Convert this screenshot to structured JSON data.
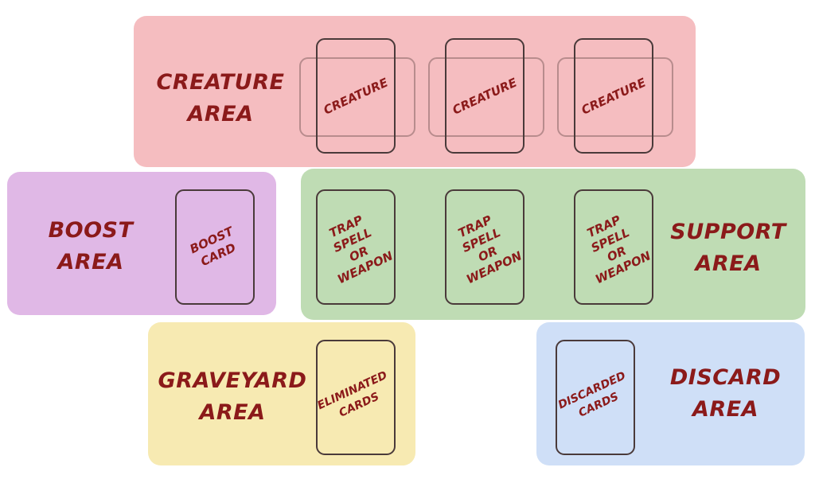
{
  "creature_area": {
    "label_line1": "CREATURE",
    "label_line2": "AREA",
    "cards": [
      "CREATURE",
      "CREATURE",
      "CREATURE"
    ]
  },
  "boost_area": {
    "label_line1": "BOOST",
    "label_line2": "AREA",
    "card_line1": "BOOST",
    "card_line2": "CARD"
  },
  "support_area": {
    "label_line1": "SUPPORT",
    "label_line2": "AREA",
    "cards": [
      {
        "l1": "TRAP",
        "l2": "SPELL",
        "l3": "OR",
        "l4": "WEAPON"
      },
      {
        "l1": "TRAP",
        "l2": "SPELL",
        "l3": "OR",
        "l4": "WEAPON"
      },
      {
        "l1": "TRAP",
        "l2": "SPELL",
        "l3": "OR",
        "l4": "WEAPON"
      }
    ]
  },
  "graveyard_area": {
    "label_line1": "GRAVEYARD",
    "label_line2": "AREA",
    "card_line1": "ELIMINATED",
    "card_line2": "CARDS"
  },
  "discard_area": {
    "label_line1": "DISCARD",
    "label_line2": "AREA",
    "card_line1": "DISCARDED",
    "card_line2": "CARDS"
  },
  "colors": {
    "creature_bg": "#f5bdc0",
    "boost_bg": "#e0b8e6",
    "support_bg": "#bfdcb4",
    "graveyard_bg": "#f7eab2",
    "discard_bg": "#cfdff7",
    "text": "#8b1a1a"
  }
}
